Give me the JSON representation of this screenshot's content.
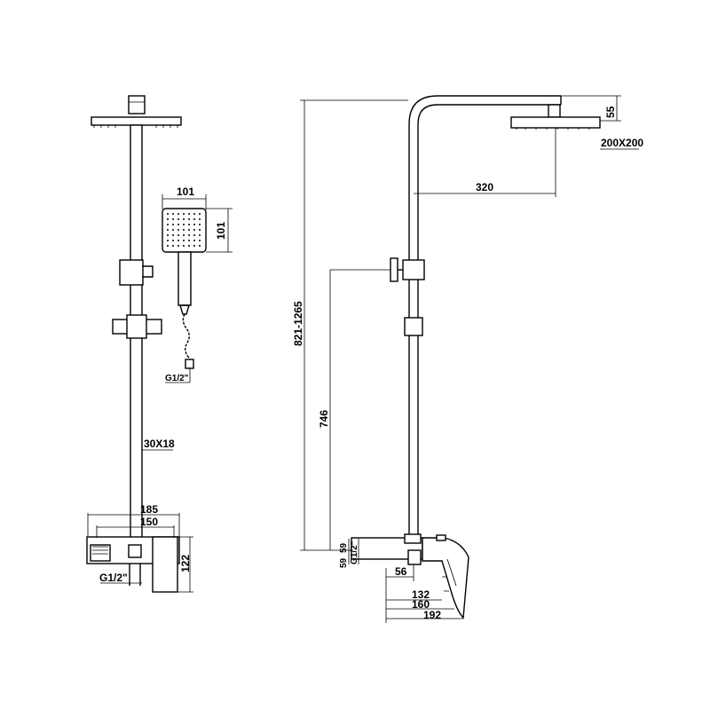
{
  "front_view": {
    "hand_shower_width": "101",
    "hand_shower_height": "101",
    "hose_thread": "G1/2\"",
    "rail_section": "30X18",
    "mixer_width_outer": "185",
    "mixer_width_inner": "150",
    "mixer_height": "122",
    "mixer_thread": "G1/2\""
  },
  "side_view": {
    "head_offset": "55",
    "head_size": "200X200",
    "arm_length": "320",
    "total_height": "821-1265",
    "lower_height": "746",
    "inlet_a": "59",
    "inlet_b": "59",
    "inlet_thread": "G1/2\"",
    "spout_a": "56",
    "spout_b": "132",
    "spout_c": "160",
    "spout_d": "192"
  }
}
